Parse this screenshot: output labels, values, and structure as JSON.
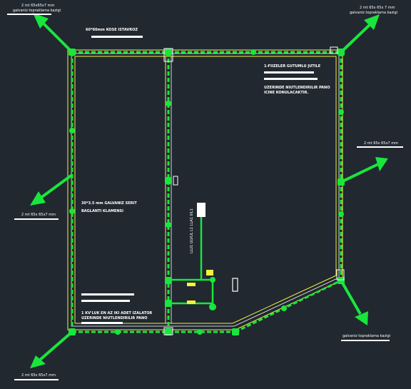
{
  "labels": {
    "rod_top_left_1": "2 mt 65x65x7 mm",
    "rod_top_left_2": "galvaniz topraklama kazigi",
    "rod_top_right_1": "2 mt 65x 65x 7 mm",
    "rod_top_right_2": "galvaniz topraklama kazigi",
    "corner_profile": "60*60mm KOSE ISTAVROZ",
    "roof_note_1": "1-FIIZELER GUTUMLU JUTILE",
    "roof_note_2": "UZERINDE NIUTLENDIRILIR PANO",
    "roof_note_3": "ICINE KONULACAKTIR.",
    "rod_right_mid": "2 mt 65x 65x7 mm",
    "galv_tape": "30*3.5 mm GALVANIZ SERIT",
    "galv_tape_2": "BAGLANTI KLAMENSI",
    "rod_left_mid": "2 mt 65x 65x7 mm",
    "vertical_note": "LLU1 ULVUL L1 LLA1 IIIL1",
    "bottom_note_1": "1 KV'LUK EN AZ IKI ADET IZALATOR",
    "bottom_note_2": "UZERINDE NIUTLENDIRILIR PANO",
    "rod_bottom_right": "galvaniz topraklama kazigi",
    "rod_bottom_left": "2 mt 65x 65x7 mm"
  },
  "colors": {
    "background": "#212830",
    "conductor": "#19e63c",
    "frame": "#f2f23a",
    "text": "#ffffff"
  }
}
